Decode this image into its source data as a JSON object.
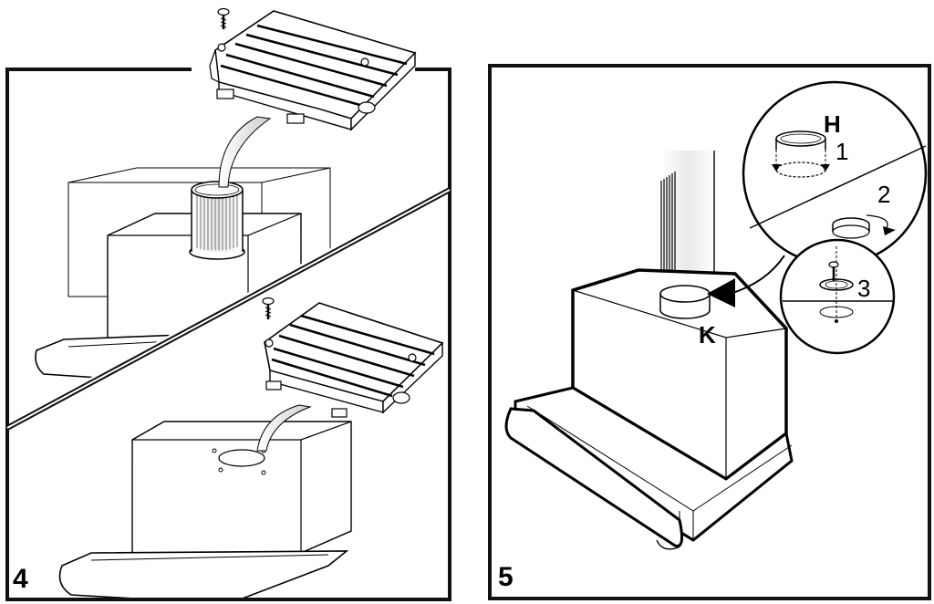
{
  "panels": {
    "left": {
      "number": "4"
    },
    "right": {
      "number": "5",
      "duct_label": "K",
      "detail": {
        "title": "H",
        "step1": "1",
        "step2": "2",
        "step3": "3"
      }
    }
  },
  "colors": {
    "line": "#000000",
    "fill": "#ffffff",
    "frame": "#1a1a1a"
  }
}
